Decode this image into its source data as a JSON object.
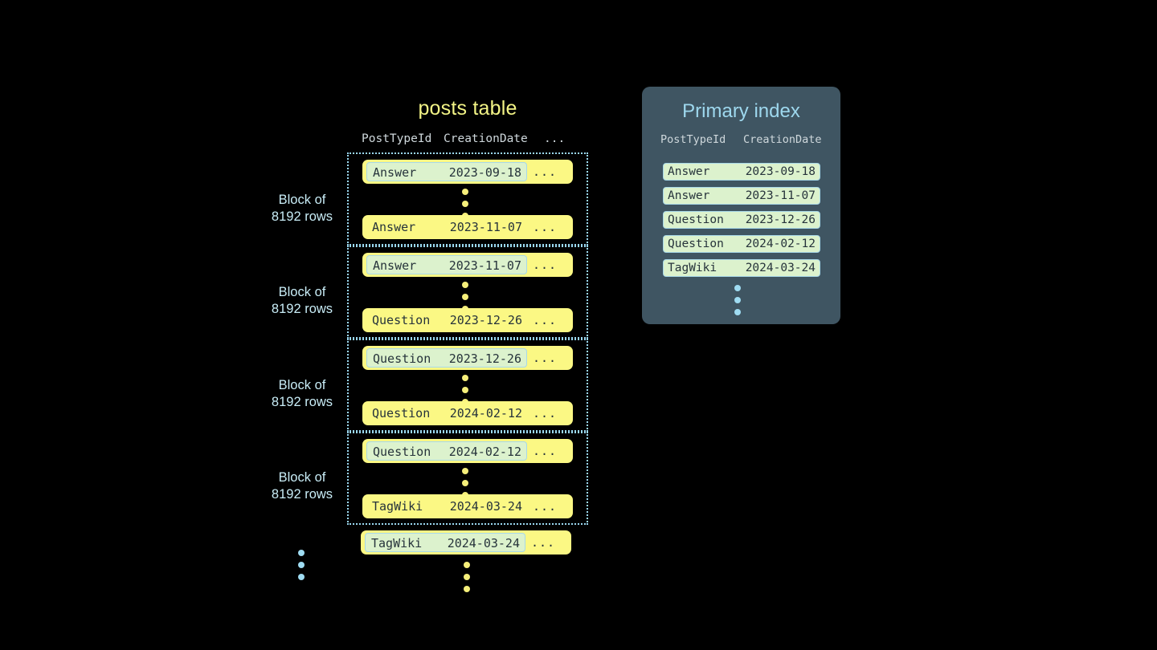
{
  "posts_table": {
    "title": "posts table",
    "columns": [
      "PostTypeId",
      "CreationDate",
      "..."
    ],
    "row_more": "...",
    "blocks": [
      {
        "label_line1": "Block of",
        "label_line2": "8192 rows",
        "first_row": {
          "post_type_id": "Answer",
          "creation_date": "2023-09-18",
          "more": "...",
          "is_key": true
        },
        "last_row": {
          "post_type_id": "Answer",
          "creation_date": "2023-11-07",
          "more": "...",
          "is_key": false
        }
      },
      {
        "label_line1": "Block of",
        "label_line2": "8192 rows",
        "first_row": {
          "post_type_id": "Answer",
          "creation_date": "2023-11-07",
          "more": "...",
          "is_key": true
        },
        "last_row": {
          "post_type_id": "Question",
          "creation_date": "2023-12-26",
          "more": "...",
          "is_key": false
        }
      },
      {
        "label_line1": "Block of",
        "label_line2": "8192 rows",
        "first_row": {
          "post_type_id": "Question",
          "creation_date": "2023-12-26",
          "more": "...",
          "is_key": true
        },
        "last_row": {
          "post_type_id": "Question",
          "creation_date": "2024-02-12",
          "more": "...",
          "is_key": false
        }
      },
      {
        "label_line1": "Block of",
        "label_line2": "8192 rows",
        "first_row": {
          "post_type_id": "Question",
          "creation_date": "2024-02-12",
          "more": "...",
          "is_key": true
        },
        "last_row": {
          "post_type_id": "TagWiki",
          "creation_date": "2024-03-24",
          "more": "...",
          "is_key": false
        }
      }
    ],
    "trailing_row": {
      "post_type_id": "TagWiki",
      "creation_date": "2024-03-24",
      "more": "...",
      "is_key": true
    }
  },
  "primary_index": {
    "title": "Primary index",
    "columns": [
      "PostTypeId",
      "CreationDate"
    ],
    "rows": [
      {
        "post_type_id": "Answer",
        "creation_date": "2023-09-18"
      },
      {
        "post_type_id": "Answer",
        "creation_date": "2023-11-07"
      },
      {
        "post_type_id": "Question",
        "creation_date": "2023-12-26"
      },
      {
        "post_type_id": "Question",
        "creation_date": "2024-02-12"
      },
      {
        "post_type_id": "TagWiki",
        "creation_date": "2024-03-24"
      }
    ]
  },
  "colors": {
    "background": "#000000",
    "row_yellow": "#fbf884",
    "key_green": "#dcf2cd",
    "key_border": "#a8d8e8",
    "block_border": "#9ad7ef",
    "panel_slate": "#3f5562",
    "title_yellow": "#f3f486",
    "title_blue": "#9ed8ee",
    "label_blue": "#c8ecf6",
    "header_grey": "#cfd8dc",
    "dot_yellow": "#f6ef7a",
    "dot_blue": "#9fdcf2",
    "text_dark": "#26333b"
  }
}
